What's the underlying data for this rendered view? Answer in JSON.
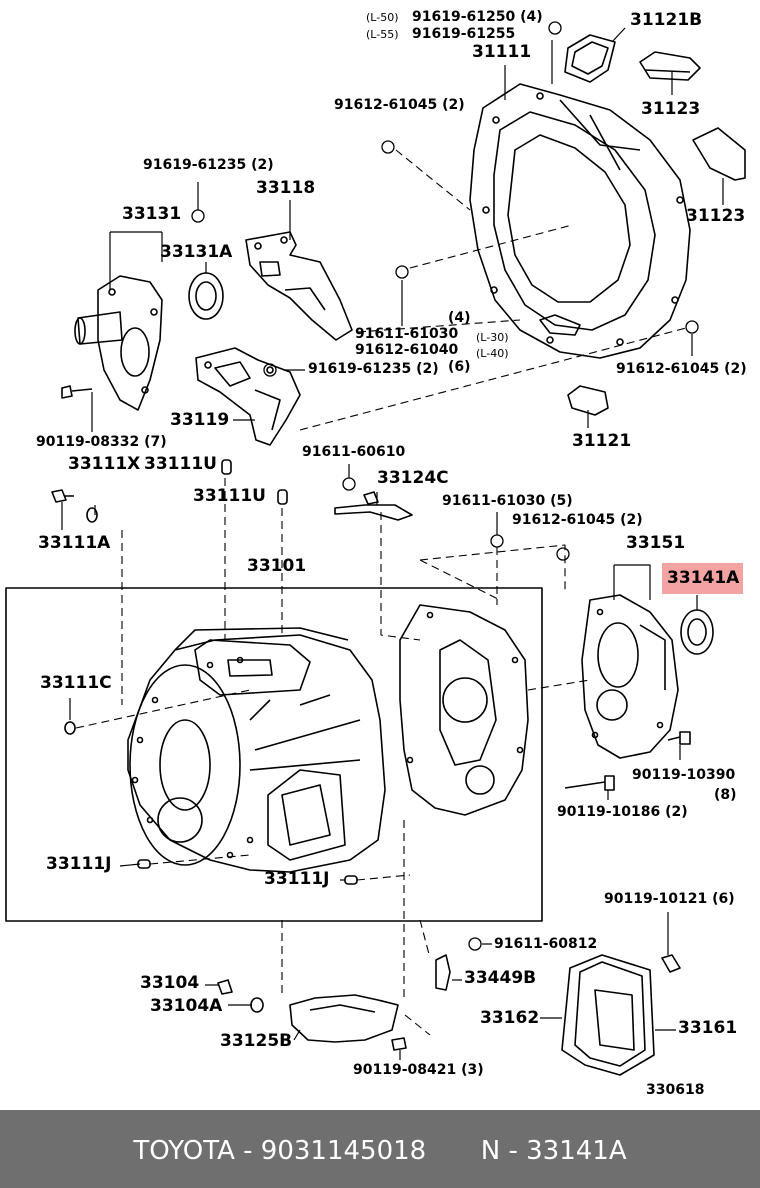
{
  "highlight_color": "#f4a3a3",
  "footer_color": "#6f6f6f",
  "labels": {
    "l50": "(L-50)",
    "p_61250": "91619-61250 (4)",
    "l55": "(L-55)",
    "p_61255": "91619-61255",
    "p_31111": "31111",
    "p_31121B": "31121B",
    "p_31123a": "31123",
    "p_31123b": "31123",
    "p_61045a": "91612-61045 (2)",
    "p_61235a": "91619-61235 (2)",
    "p_33118": "33118",
    "p_33131": "33131",
    "p_33131A": "33131A",
    "p_61030": "91611-61030",
    "p_61040": "91612-61040",
    "n4": "(4)",
    "l30": "(L-30)",
    "l40": "(L-40)",
    "n6": "(6)",
    "p_61235b": "91619-61235 (2)",
    "p_61045b": "91612-61045 (2)",
    "p_33119": "33119",
    "p_31121": "31121",
    "p_08332": "90119-08332 (7)",
    "p_33111X": "33111X",
    "p_33111U_a": "33111U",
    "p_60610": "91611-60610",
    "p_33124C": "33124C",
    "p_61030b": "91611-61030 (5)",
    "p_61045c": "91612-61045 (2)",
    "p_33111U_b": "33111U",
    "p_33111A": "33111A",
    "p_33101": "33101",
    "p_33151": "33151",
    "p_33141A": "33141A",
    "p_33111C": "33111C",
    "p_10390": "90119-10390",
    "n8": "(8)",
    "p_10186": "90119-10186 (2)",
    "p_33111J_a": "33111J",
    "p_33111J_b": "33111J",
    "p_10121": "90119-10121 (6)",
    "p_60812": "91611-60812",
    "p_33104": "33104",
    "p_33449B": "33449B",
    "p_33162": "33162",
    "p_33161": "33161",
    "p_33104A": "33104A",
    "p_33125B": "33125B",
    "p_08421": "90119-08421 (3)",
    "p_330618": "330618"
  },
  "footer": {
    "brand": "TOYOTA",
    "sep1": "-",
    "part_number": "9031145018",
    "ref": "N",
    "sep2": "-",
    "ref_code": "33141A"
  }
}
